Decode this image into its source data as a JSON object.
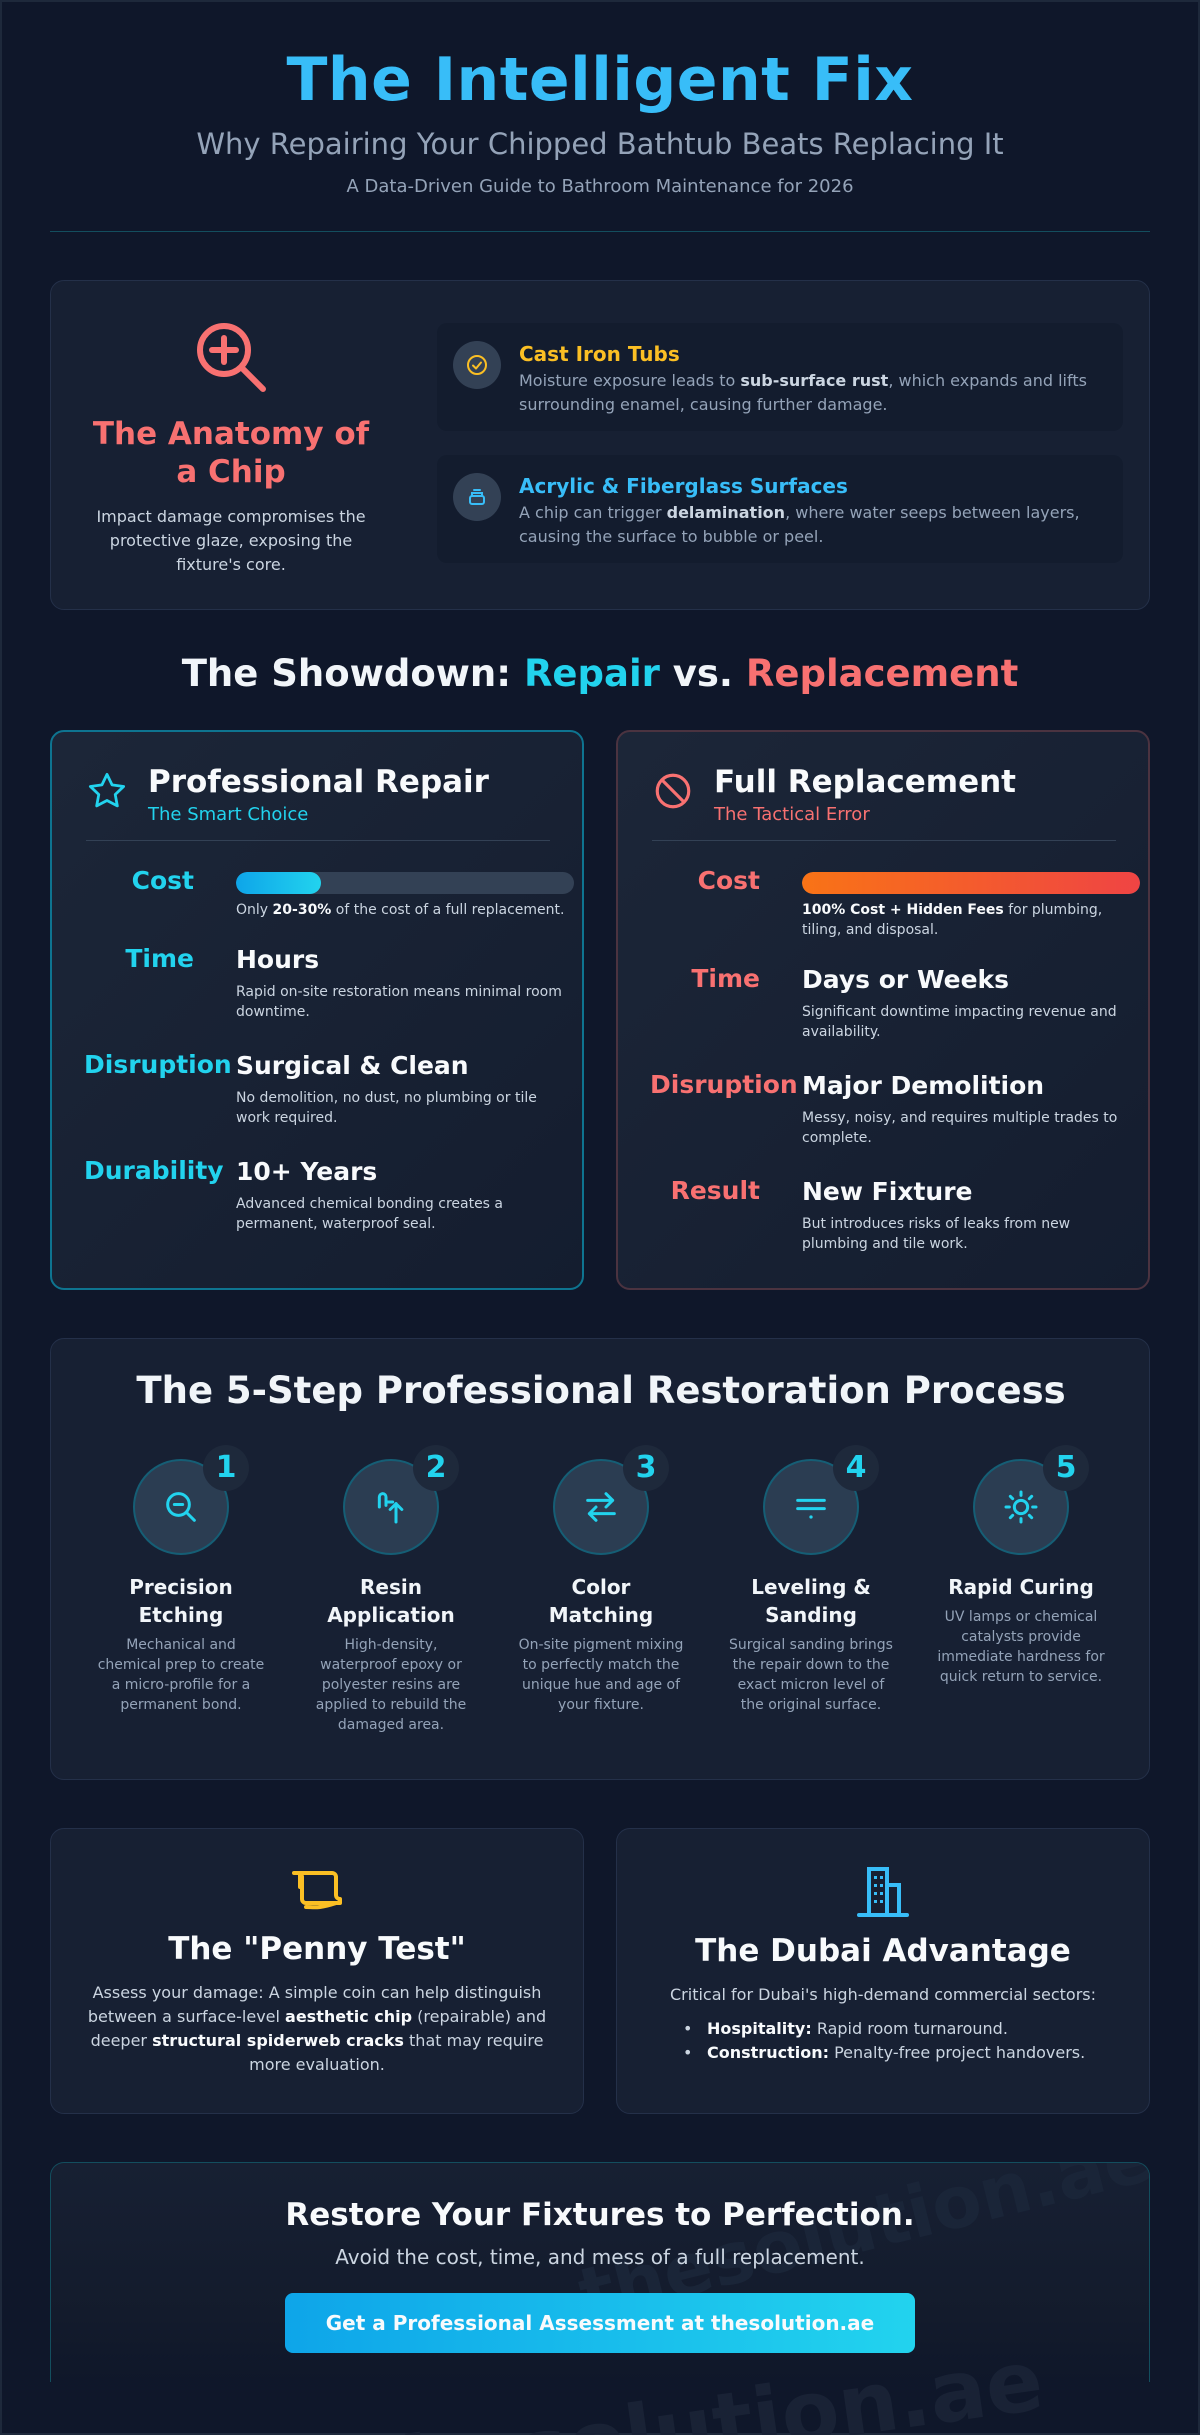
{
  "header": {
    "title": "The Intelligent Fix",
    "subtitle": "Why Repairing Your Chipped Bathtub Beats Replacing It",
    "tagline": "A Data-Driven Guide to Bathroom Maintenance for 2026"
  },
  "anatomy": {
    "title": "The Anatomy of a Chip",
    "description": "Impact damage compromises the protective glaze, exposing the fixture's core.",
    "cards": [
      {
        "title": "Cast Iron Tubs",
        "text_before": "Moisture exposure leads to ",
        "bold": "sub-surface rust",
        "text_after": ", which expands and lifts surrounding enamel, causing further damage.",
        "color": "#fbbf24"
      },
      {
        "title": "Acrylic & Fiberglass Surfaces",
        "text_before": "A chip can trigger ",
        "bold": "delamination",
        "text_after": ", where water seeps between layers, causing the surface to bubble or peel.",
        "color": "#38bdf8"
      }
    ]
  },
  "showdown": {
    "title_prefix": "The Showdown: ",
    "title_repair": "Repair",
    "title_vs": " vs. ",
    "title_replacement": "Replacement",
    "repair": {
      "title": "Professional Repair",
      "subtitle": "The Smart Choice",
      "cost_label": "Cost",
      "cost_fill": 0.25,
      "cost_text_before": "Only ",
      "cost_bold": "20-30%",
      "cost_text_after": " of the cost of a full replacement.",
      "rows": [
        {
          "label": "Time",
          "value": "Hours",
          "desc": "Rapid on-site restoration means minimal room downtime."
        },
        {
          "label": "Disruption",
          "value": "Surgical & Clean",
          "desc": "No demolition, no dust, no plumbing or tile work required."
        },
        {
          "label": "Durability",
          "value": "10+ Years",
          "desc": "Advanced chemical bonding creates a permanent, waterproof seal."
        }
      ]
    },
    "replacement": {
      "title": "Full Replacement",
      "subtitle": "The Tactical Error",
      "cost_label": "Cost",
      "cost_fill": 1.0,
      "cost_bold": "100% Cost + Hidden Fees",
      "cost_text_after": " for plumbing, tiling, and disposal.",
      "rows": [
        {
          "label": "Time",
          "value": "Days or Weeks",
          "desc": "Significant downtime impacting revenue and availability."
        },
        {
          "label": "Disruption",
          "value": "Major Demolition",
          "desc": "Messy, noisy, and requires multiple trades to complete."
        },
        {
          "label": "Result",
          "value": "New Fixture",
          "desc": "But introduces risks of leaks from new plumbing and tile work."
        }
      ]
    }
  },
  "process": {
    "title": "The 5-Step Professional Restoration Process",
    "steps": [
      {
        "num": "1",
        "title": "Precision Etching",
        "desc": "Mechanical and chemical prep to create a micro-profile for a permanent bond.",
        "icon": "search-minus-icon"
      },
      {
        "num": "2",
        "title": "Resin Application",
        "desc": "High-density, waterproof epoxy or polyester resins are applied to rebuild the damaged area.",
        "icon": "pointer-up-icon"
      },
      {
        "num": "3",
        "title": "Color Matching",
        "desc": "On-site pigment mixing to perfectly match the unique hue and age of your fixture.",
        "icon": "swap-arrows-icon"
      },
      {
        "num": "4",
        "title": "Leveling & Sanding",
        "desc": "Surgical sanding brings the repair down to the exact micron level of the original surface.",
        "icon": "level-lines-icon"
      },
      {
        "num": "5",
        "title": "Rapid Curing",
        "desc": "UV lamps or chemical catalysts provide immediate hardness for quick return to service.",
        "icon": "sun-icon"
      }
    ]
  },
  "penny": {
    "title": "The \"Penny Test\"",
    "text_1": "Assess your damage: A simple coin can help distinguish between a surface-level ",
    "bold_1": "aesthetic chip",
    "text_2": " (repairable) and deeper ",
    "bold_2": "structural spiderweb cracks",
    "text_3": " that may require more evaluation."
  },
  "dubai": {
    "title": "The Dubai Advantage",
    "intro": "Critical for Dubai's high-demand commercial sectors:",
    "items": [
      {
        "bold": "Hospitality:",
        "text": " Rapid room turnaround."
      },
      {
        "bold": "Construction:",
        "text": " Penalty-free project handovers."
      }
    ]
  },
  "cta": {
    "title": "Restore Your Fixtures to Perfection.",
    "subtitle": "Avoid the cost, time, and mess of a full replacement.",
    "button": "Get a Professional Assessment at thesolution.ae",
    "watermark_1": "thesolution.ae",
    "watermark_2": "thesolution.ae"
  },
  "colors": {
    "accent_cyan": "#22d3ee",
    "accent_red": "#f87171",
    "accent_gold": "#fbbf24",
    "background": "#0f172a"
  }
}
